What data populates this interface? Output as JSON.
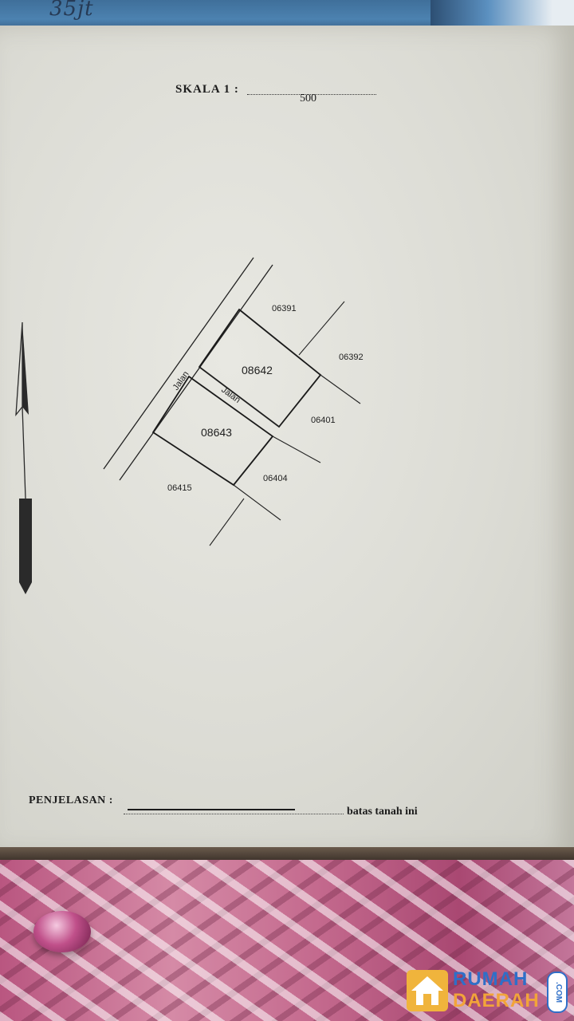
{
  "header": {
    "handwriting": "35jt",
    "scale_label": "SKALA 1 :",
    "scale_value": "500"
  },
  "map": {
    "parcels": [
      {
        "id": "08642"
      },
      {
        "id": "08643"
      }
    ],
    "neighbor_labels": [
      "06391",
      "06392",
      "06401",
      "06404",
      "06415"
    ],
    "road_labels": [
      "Jalan",
      "Jalan"
    ]
  },
  "footer": {
    "penjelasan_label": "PENJELASAN :",
    "legend_text": "batas tanah ini"
  },
  "watermark": {
    "line1": "RUMAH",
    "line2": "DAERAH",
    "suffix": ".COM"
  }
}
